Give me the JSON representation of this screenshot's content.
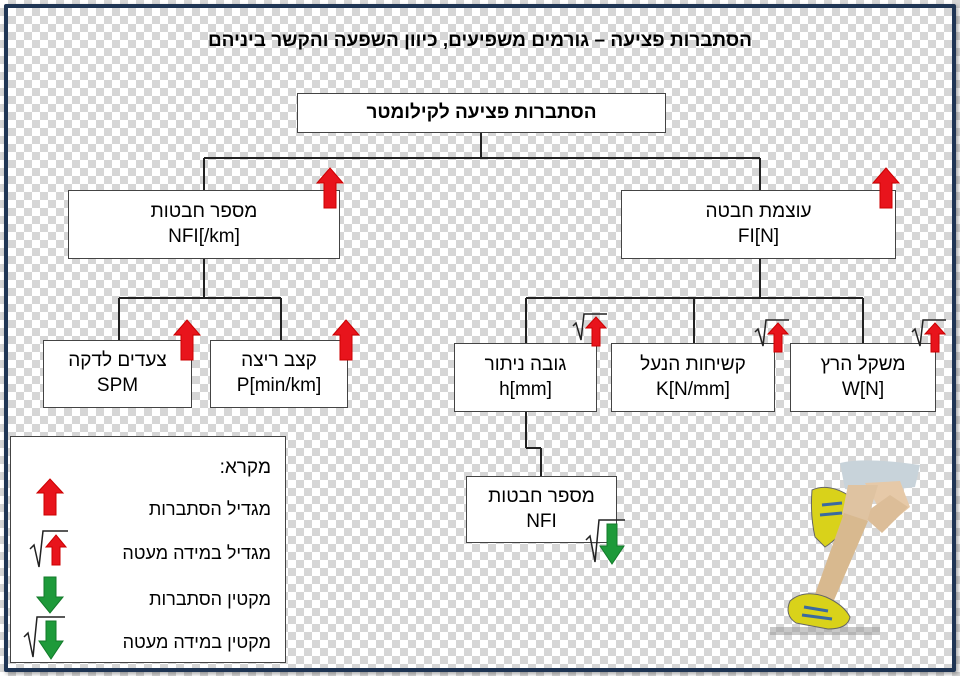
{
  "title": "הסתברות פציעה – גורמים משפיעים, כיוון השפעה והקשר ביניהם",
  "nodes": {
    "root": {
      "label": "הסתברות פציעה  לקילומטר"
    },
    "strides": {
      "label": "מספר חבטות",
      "unit": "NFI[/km]",
      "effect": "increase"
    },
    "force": {
      "label": "עוצמת חבטה",
      "unit": "FI[N]",
      "effect": "increase"
    },
    "spm": {
      "label": "צעדים לדקה",
      "unit": "SPM",
      "effect": "increase"
    },
    "pace": {
      "label": "קצב ריצה",
      "unit": "P[min/km]",
      "effect": "increase"
    },
    "height": {
      "label": "גובה ניתור",
      "unit": "h[mm]",
      "effect": "slight-increase"
    },
    "stiffness": {
      "label": "קשיחות הנעל",
      "unit": "K[N/mm]",
      "effect": "slight-increase"
    },
    "weight": {
      "label": "משקל הרץ",
      "unit": "W[N]",
      "effect": "slight-increase"
    },
    "nfi": {
      "label": "מספר חבטות",
      "unit": "NFI",
      "effect": "slight-decrease"
    }
  },
  "legend": {
    "title": "מקרא:",
    "items": [
      {
        "label": "מגדיל הסתברות",
        "icon": "red-up-arrow-icon"
      },
      {
        "label": "מגדיל במידה מעטה",
        "icon": "red-up-arrow-slight-icon"
      },
      {
        "label": "מקטין הסתברות",
        "icon": "green-down-arrow-icon"
      },
      {
        "label": "מקטין במידה מעטה",
        "icon": "green-down-arrow-slight-icon"
      }
    ]
  },
  "colors": {
    "increase": "#e8141c",
    "decrease": "#1e9a3a",
    "frame": "#1f3554"
  }
}
